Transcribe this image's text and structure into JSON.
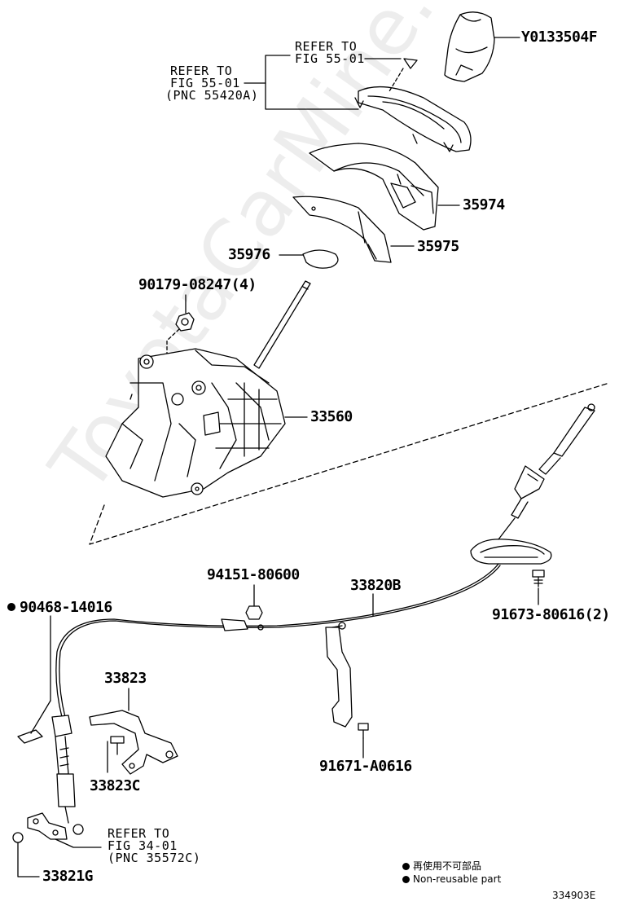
{
  "watermark": "ToyotaCarMine.ru",
  "parts": {
    "knob": "Y0133504F",
    "p35974": "35974",
    "p35975": "35975",
    "p35976": "35976",
    "bolt4": "90179-08247(4)",
    "p33560": "33560",
    "nut": "94151-80600",
    "cable": "33820B",
    "clip": "90468-14016",
    "bolt2": "91673-80616(2)",
    "p33823": "33823",
    "p33823c": "33823C",
    "bolt1": "91671-A0616",
    "p33821g": "33821G"
  },
  "refs": {
    "r1": [
      "REFER TO",
      "FIG 55-01"
    ],
    "r2": [
      "REFER TO",
      "FIG 55-01",
      "(PNC 55420A)"
    ],
    "r3": [
      "REFER TO",
      "FIG 34-01",
      "(PNC 35572C)"
    ]
  },
  "legend": {
    "cn": "再使用不可部品",
    "en": "Non-reusable part"
  },
  "figure_id": "334903E"
}
